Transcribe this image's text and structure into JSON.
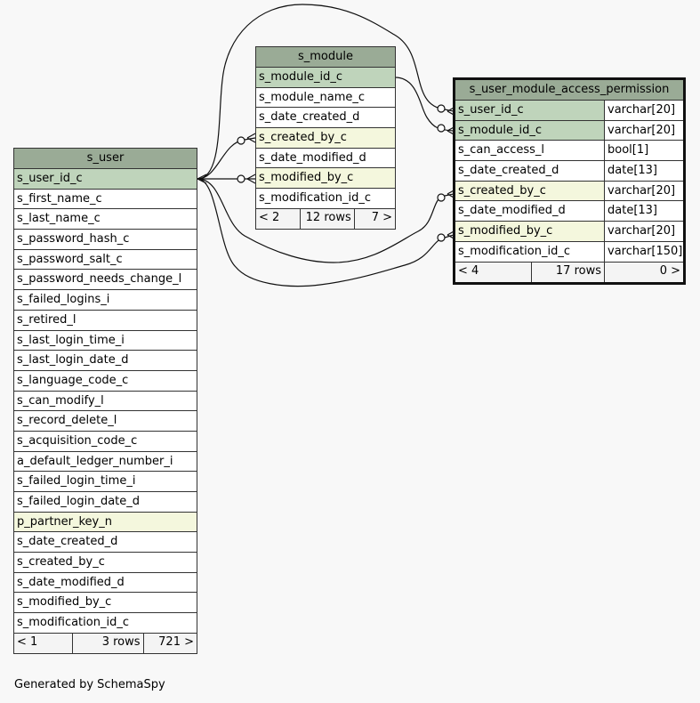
{
  "tables": {
    "s_user": {
      "name": "s_user",
      "columns": [
        {
          "name": "s_user_id_c",
          "kind": "pk"
        },
        {
          "name": "s_first_name_c"
        },
        {
          "name": "s_last_name_c"
        },
        {
          "name": "s_password_hash_c"
        },
        {
          "name": "s_password_salt_c"
        },
        {
          "name": "s_password_needs_change_l"
        },
        {
          "name": "s_failed_logins_i"
        },
        {
          "name": "s_retired_l"
        },
        {
          "name": "s_last_login_time_i"
        },
        {
          "name": "s_last_login_date_d"
        },
        {
          "name": "s_language_code_c"
        },
        {
          "name": "s_can_modify_l"
        },
        {
          "name": "s_record_delete_l"
        },
        {
          "name": "s_acquisition_code_c"
        },
        {
          "name": "a_default_ledger_number_i"
        },
        {
          "name": "s_failed_login_time_i"
        },
        {
          "name": "s_failed_login_date_d"
        },
        {
          "name": "p_partner_key_n",
          "kind": "fk"
        },
        {
          "name": "s_date_created_d"
        },
        {
          "name": "s_created_by_c"
        },
        {
          "name": "s_date_modified_d"
        },
        {
          "name": "s_modified_by_c"
        },
        {
          "name": "s_modification_id_c"
        }
      ],
      "footer": {
        "parents": "< 1",
        "rows": "3 rows",
        "children": "721 >"
      }
    },
    "s_module": {
      "name": "s_module",
      "columns": [
        {
          "name": "s_module_id_c",
          "kind": "pk"
        },
        {
          "name": "s_module_name_c"
        },
        {
          "name": "s_date_created_d"
        },
        {
          "name": "s_created_by_c",
          "kind": "fk"
        },
        {
          "name": "s_date_modified_d"
        },
        {
          "name": "s_modified_by_c",
          "kind": "fk"
        },
        {
          "name": "s_modification_id_c"
        }
      ],
      "footer": {
        "parents": "< 2",
        "rows": "12 rows",
        "children": "7 >"
      }
    },
    "s_user_module_access_permission": {
      "name": "s_user_module_access_permission",
      "columns": [
        {
          "name": "s_user_id_c",
          "type": "varchar[20]",
          "kind": "pk"
        },
        {
          "name": "s_module_id_c",
          "type": "varchar[20]",
          "kind": "pk"
        },
        {
          "name": "s_can_access_l",
          "type": "bool[1]"
        },
        {
          "name": "s_date_created_d",
          "type": "date[13]"
        },
        {
          "name": "s_created_by_c",
          "type": "varchar[20]",
          "kind": "fk"
        },
        {
          "name": "s_date_modified_d",
          "type": "date[13]"
        },
        {
          "name": "s_modified_by_c",
          "type": "varchar[20]",
          "kind": "fk"
        },
        {
          "name": "s_modification_id_c",
          "type": "varchar[150]"
        }
      ],
      "footer": {
        "parents": "< 4",
        "rows": "17 rows",
        "children": "0 >"
      }
    }
  },
  "footer_text": "Generated by SchemaSpy",
  "colors": {
    "header": "#9aab96",
    "primary_key": "#bfd4bb",
    "foreign_key": "#f4f7dd",
    "background": "#f8f8f8"
  }
}
